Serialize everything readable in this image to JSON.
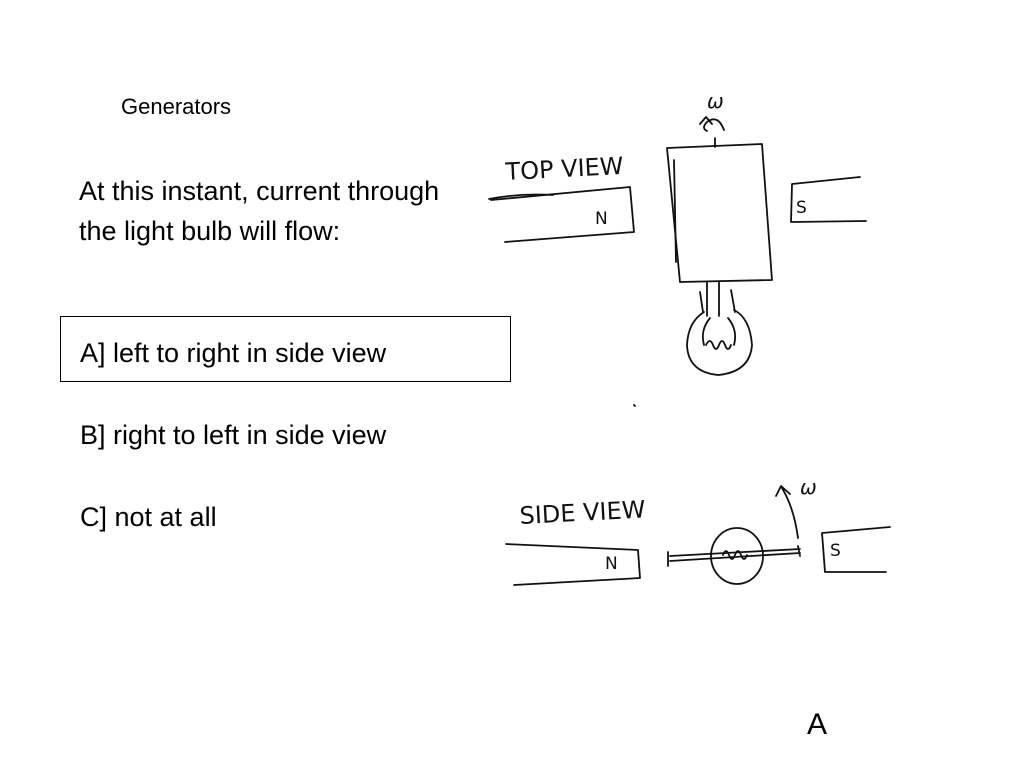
{
  "slide": {
    "title": "Generators",
    "question": "At this instant, current through the light bulb will flow:",
    "choices": [
      "A] left to right in side view",
      "B] right to left in side view",
      "C] not at all"
    ],
    "answer": "A"
  },
  "top_view": {
    "label": "TOP VIEW",
    "omega": "ω",
    "magnet_left": "N",
    "magnet_right": "S"
  },
  "side_view": {
    "label": "SIDE VIEW",
    "omega": "ω",
    "magnet_left": "N",
    "magnet_right": "S"
  }
}
